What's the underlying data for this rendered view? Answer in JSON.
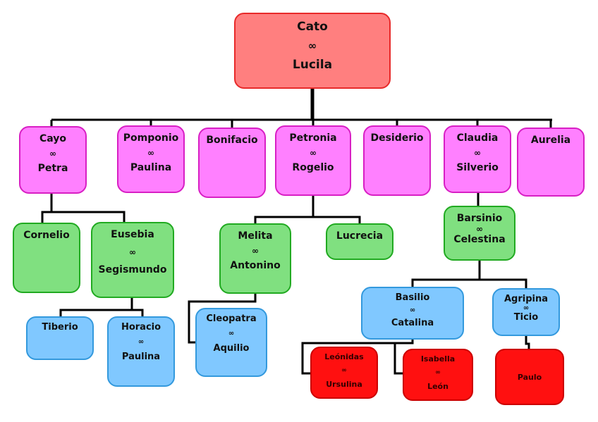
{
  "marriage_symbol": "∞",
  "colors": {
    "generation1": "#ff7f7f",
    "generation2": "#ff80ff",
    "generation3": "#80e080",
    "generation4": "#80c8ff",
    "generation5": "#ff1010",
    "lines": "#000000"
  },
  "nodes": {
    "cato": {
      "name": "Cato",
      "spouse": "Lucila"
    },
    "cayo": {
      "name": "Cayo",
      "spouse": "Petra"
    },
    "pomponio": {
      "name": "Pomponio",
      "spouse": "Paulina"
    },
    "bonifacio": {
      "name": "Bonifacio"
    },
    "petronia": {
      "name": "Petronia",
      "spouse": "Rogelio"
    },
    "desiderio": {
      "name": "Desiderio"
    },
    "claudia": {
      "name": "Claudia",
      "spouse": "Silverio"
    },
    "aurelia": {
      "name": "Aurelia"
    },
    "cornelio": {
      "name": "Cornelio"
    },
    "eusebia": {
      "name": "Eusebia",
      "spouse": "Segismundo"
    },
    "melita": {
      "name": "Melita",
      "spouse": "Antonino"
    },
    "lucrecia": {
      "name": "Lucrecia"
    },
    "barsinio": {
      "name": "Barsinio",
      "spouse": "Celestina"
    },
    "tiberio": {
      "name": "Tiberio"
    },
    "horacio": {
      "name": "Horacio",
      "spouse": "Paulina"
    },
    "cleopatra": {
      "name": "Cleopatra",
      "spouse": "Aquilio"
    },
    "basilio": {
      "name": "Basilio",
      "spouse": "Catalina"
    },
    "agripina": {
      "name": "Agripina",
      "spouse": "Ticio"
    },
    "leonidas": {
      "name": "Leónidas",
      "spouse": "Ursulina"
    },
    "isabella": {
      "name": "Isabella",
      "spouse": "León"
    },
    "paulo": {
      "name": "Paulo"
    }
  }
}
